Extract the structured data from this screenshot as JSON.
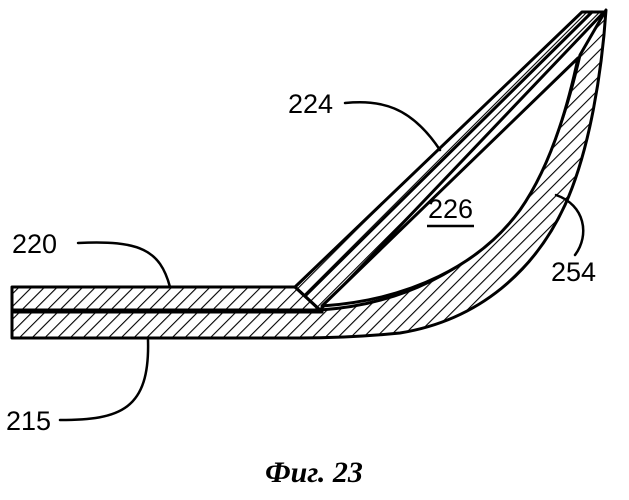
{
  "figure": {
    "caption": "Фиг. 23",
    "labels": {
      "ref_224": "224",
      "ref_226": "226",
      "ref_220": "220",
      "ref_254": "254",
      "ref_215": "215"
    },
    "colors": {
      "line": "#000000",
      "background": "#ffffff"
    }
  }
}
